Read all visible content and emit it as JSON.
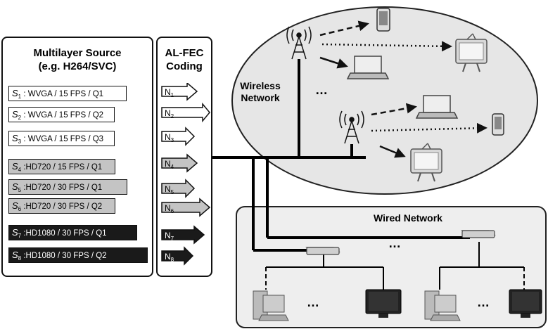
{
  "source_panel": {
    "title_line1": "Multilayer Source",
    "title_line2": "(e.g. H264/SVC)",
    "streams": [
      {
        "symbol": "S",
        "sub": "1",
        "text": " : WVGA / 15 FPS / Q1"
      },
      {
        "symbol": "S",
        "sub": "2",
        "text": " : WVGA / 15 FPS / Q2"
      },
      {
        "symbol": "S",
        "sub": "3",
        "text": " : WVGA / 15 FPS / Q3"
      },
      {
        "symbol": "S",
        "sub": "4",
        "text": " :HD720 / 15 FPS / Q1"
      },
      {
        "symbol": "S",
        "sub": "5",
        "text": " :HD720 / 30 FPS / Q1"
      },
      {
        "symbol": "S",
        "sub": "6",
        "text": " :HD720 / 30 FPS / Q2"
      },
      {
        "symbol": "S",
        "sub": "7",
        "text": " :HD1080 / 30 FPS / Q1"
      },
      {
        "symbol": "S",
        "sub": "8",
        "text": " :HD1080 / 30 FPS / Q2"
      }
    ]
  },
  "fec_panel": {
    "title_line1": "AL-FEC",
    "title_line2": "Coding",
    "arrows": [
      {
        "symbol": "N",
        "sub": "1"
      },
      {
        "symbol": "N",
        "sub": "2"
      },
      {
        "symbol": "N",
        "sub": "3"
      },
      {
        "symbol": "N",
        "sub": "4"
      },
      {
        "symbol": "N",
        "sub": "5"
      },
      {
        "symbol": "N",
        "sub": "6"
      },
      {
        "symbol": "N",
        "sub": "7"
      },
      {
        "symbol": "N",
        "sub": "8"
      }
    ]
  },
  "wireless": {
    "label_line1": "Wireless",
    "label_line2": "Network",
    "dots": "…"
  },
  "wired": {
    "label": "Wired Network",
    "dots_top": "…",
    "dots_left": "…",
    "dots_right": "…"
  },
  "colors": {
    "light": "#ffffff",
    "mid": "#c4c4c4",
    "dark": "#1a1a1a",
    "ellipse_fill": "#e6e6e6",
    "wired_fill": "#eeeeee"
  }
}
